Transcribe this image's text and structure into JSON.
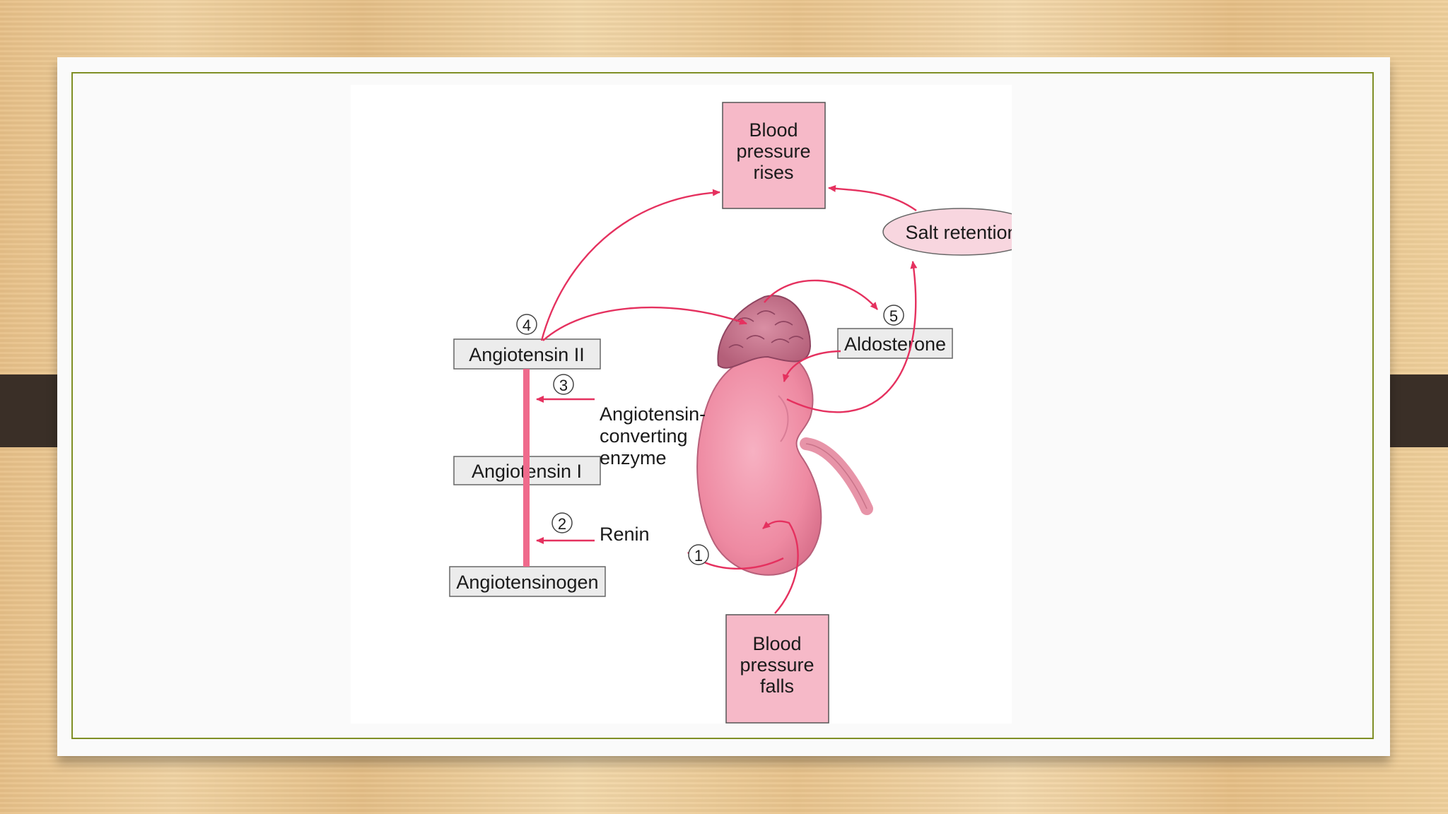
{
  "diagram": {
    "top_box": [
      "Blood",
      "pressure",
      "rises"
    ],
    "bottom_box": [
      "Blood",
      "pressure",
      "falls"
    ],
    "salt_retention": "Salt retention",
    "aldosterone": "Aldosterone",
    "angiotensin_ii": "Angiotensin II",
    "angiotensin_i": "Angiotensin I",
    "angiotensinogen": "Angiotensinogen",
    "ace": [
      "Angiotensin-",
      "converting",
      "enzyme"
    ],
    "renin": "Renin",
    "steps": [
      "1",
      "2",
      "3",
      "4",
      "5"
    ],
    "colors": {
      "box_fill": "#f6b9c8",
      "arrow": "#e5315f",
      "kidney": "#f08da4",
      "adrenal": "#c8728a",
      "gray_box": "#ececec"
    }
  }
}
